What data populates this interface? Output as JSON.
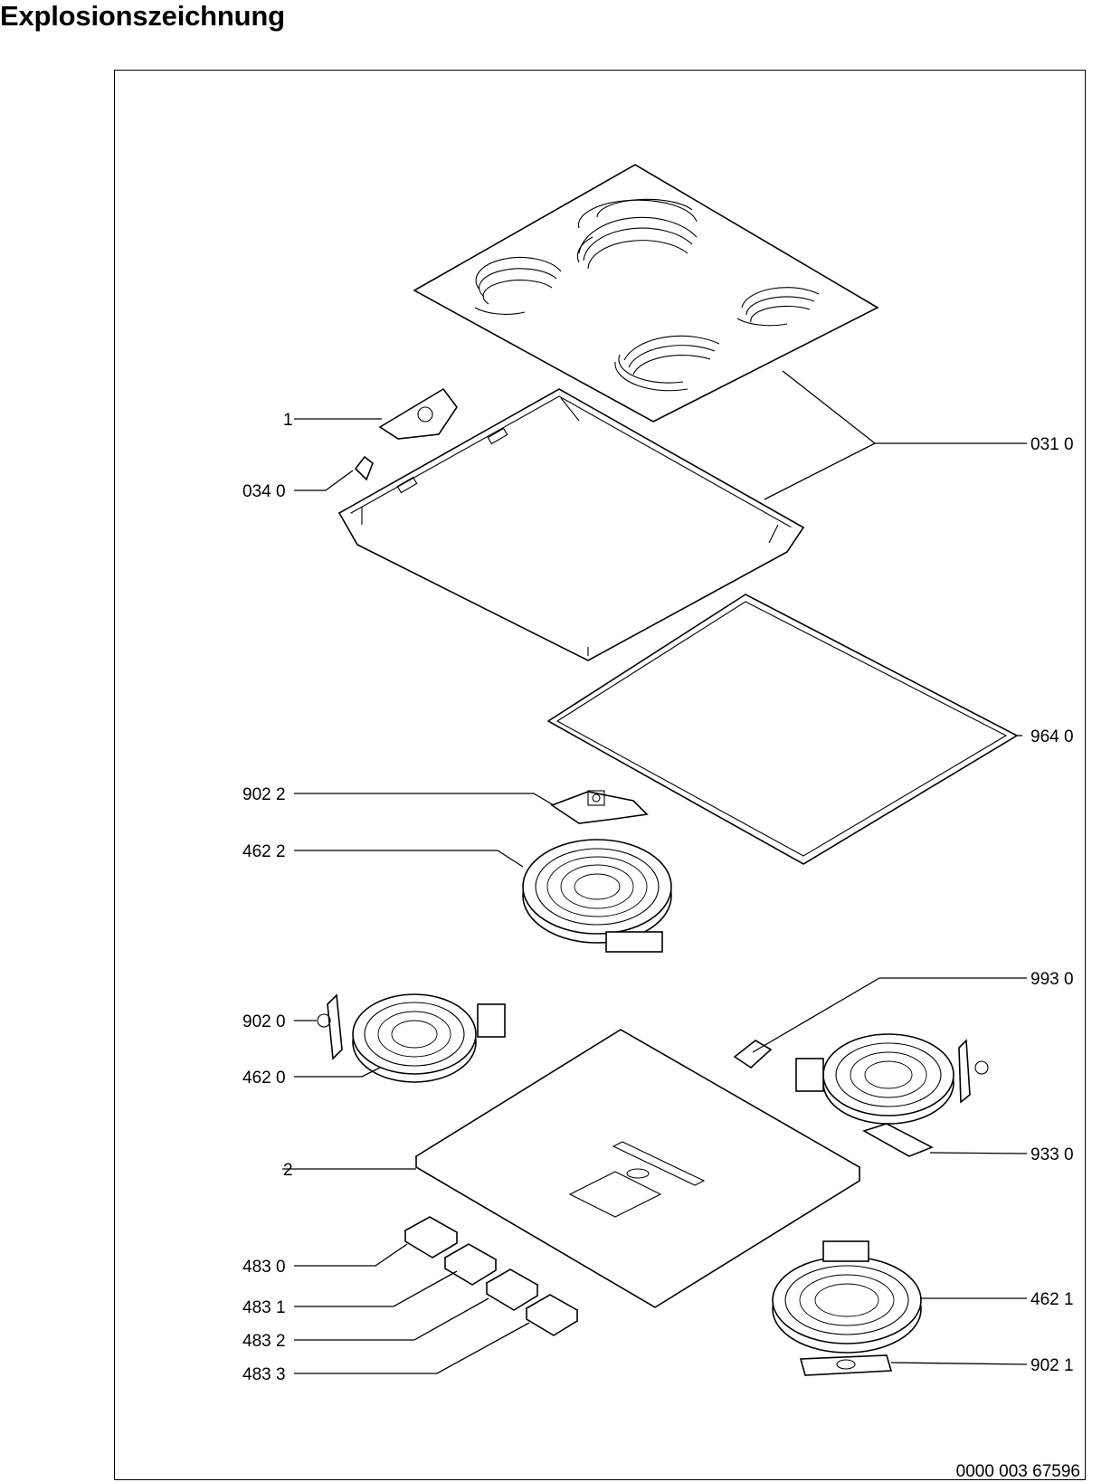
{
  "title": "Explosionszeichnung",
  "document_number": "0000 003 67596",
  "callouts": [
    {
      "id": "c1",
      "text": "1"
    },
    {
      "id": "c0340",
      "text": "034 0"
    },
    {
      "id": "c0310",
      "text": "031 0"
    },
    {
      "id": "c9640",
      "text": "964 0"
    },
    {
      "id": "c9022",
      "text": "902 2"
    },
    {
      "id": "c4622",
      "text": "462 2"
    },
    {
      "id": "c9930",
      "text": "993 0"
    },
    {
      "id": "c9020",
      "text": "902 0"
    },
    {
      "id": "c4620",
      "text": "462 0"
    },
    {
      "id": "c9330",
      "text": "933 0"
    },
    {
      "id": "c2",
      "text": "2"
    },
    {
      "id": "c4830",
      "text": "483 0"
    },
    {
      "id": "c4621",
      "text": "462 1"
    },
    {
      "id": "c4831",
      "text": "483 1"
    },
    {
      "id": "c4832",
      "text": "483 2"
    },
    {
      "id": "c4833",
      "text": "483 3"
    },
    {
      "id": "c9021",
      "text": "902 1"
    }
  ]
}
